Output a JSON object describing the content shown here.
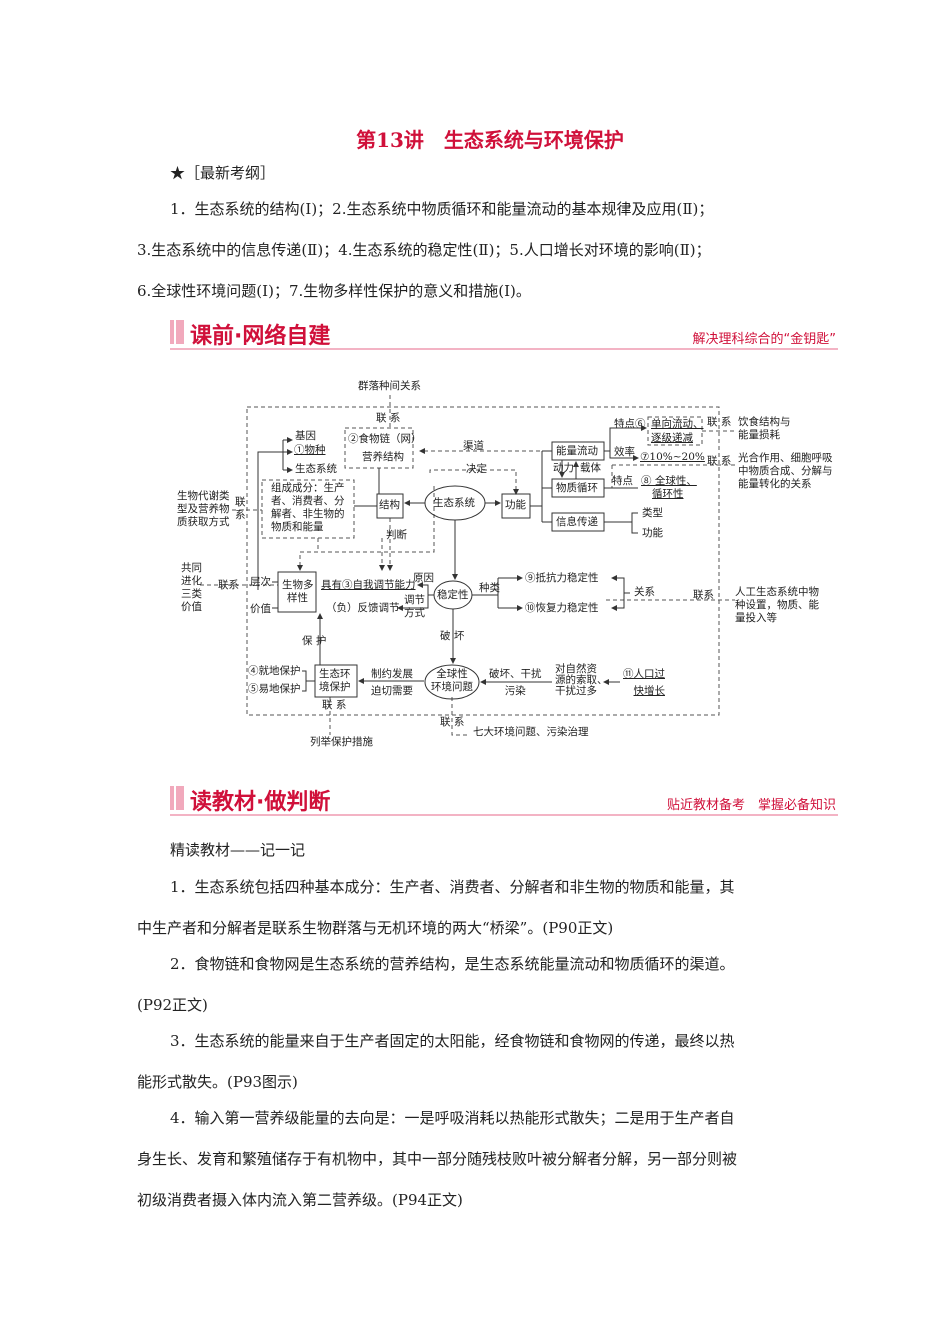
{
  "title": "第13讲　生态系统与环境保护",
  "outline": {
    "heading": "★［最新考纲］",
    "lines": [
      "1．生态系统的结构(Ⅰ)；2.生态系统中物质循环和能量流动的基本规律及应用(Ⅱ)；",
      "3.生态系统中的信息传递(Ⅱ)；4.生态系统的稳定性(Ⅱ)；5.人口增长对环境的影响(Ⅱ)；",
      "6.全球性环境问题(Ⅰ)；7.生物多样性保护的意义和措施(Ⅰ)。"
    ]
  },
  "section1": {
    "title": "课前·网络自建",
    "subtitle": "解决理科综合的“金钥匙”"
  },
  "diagram": {
    "community_relation": "群落种间关系",
    "link1": "联 系",
    "food_chain": "②食物链（网）",
    "trophic_structure": "营养结构",
    "gene": "基因",
    "species": "①物种",
    "ecosystem_level": "生态系统",
    "components": [
      "组成成分：生产",
      "者、消费者、分",
      "解者、非生物的",
      "物质和能量"
    ],
    "metabolism": [
      "生物代谢类",
      "型及营养物",
      "质获取方式"
    ],
    "link_vertical": "联系",
    "structure": "结构",
    "ecosystem": "生态系统",
    "function": "功能",
    "channel": "渠道",
    "decide": "决定",
    "energy_flow": "能量流动",
    "matter_cycle": "物质循环",
    "info_transfer": "信息传递",
    "power": "动力",
    "carrier": "载体",
    "feature6": "特点⑥",
    "one_way": "单向流动、",
    "decrease": "逐级递减",
    "efficiency": "效率",
    "eff_value": "⑦10%~20%",
    "feature": "特点",
    "global_cycle": "⑧ 全球性、",
    "cyclic": "循环性",
    "type": "类型",
    "func2": "功能",
    "link_diet": "联 系",
    "diet": [
      "饮食结构与",
      "能量损耗"
    ],
    "link_photo": "联 系",
    "photo": [
      "光合作用、细胞呼吸",
      "中物质合成、分解与",
      "能量转化的关系"
    ],
    "judge": "判断",
    "coevolution": [
      "共同",
      "进化",
      "三类",
      "价值"
    ],
    "link_co": "联系",
    "level": "层次",
    "value": "价值",
    "biodiversity": [
      "生物多",
      "样性"
    ],
    "self_regulation": "具有③自我调节能力",
    "reason": "原因",
    "regulate": [
      "调节",
      "方式"
    ],
    "feedback": "（负）反馈调节",
    "stability": "稳定性",
    "kinds": "种类",
    "resistance": "⑨抵抗力稳定性",
    "resilience": "⑩恢复力稳定性",
    "relation": "关系",
    "link_art": "联系",
    "artificial": [
      "人工生态系统中物",
      "种设置，物质、能",
      "量投入等"
    ],
    "destroy": "破 坏",
    "protect": "保 护",
    "in_situ": "④就地保护",
    "ex_situ": "⑤易地保护",
    "env_protection": [
      "生态环",
      "境保护"
    ],
    "restrict": [
      "制约发展",
      "迫切需要"
    ],
    "global_issue": [
      "全球性",
      "环境问题"
    ],
    "disturb": [
      "破坏、干扰",
      "污染"
    ],
    "overuse": [
      "对自然资",
      "源的索取、",
      "干扰过多"
    ],
    "population": [
      "⑪人口过",
      "快增长"
    ],
    "link_protect": "联 系",
    "list_measures": "列举保护措施",
    "link_issue": "联 系",
    "seven_issues": "七大环境问题、污染治理"
  },
  "section2": {
    "title": "读教材·做判断",
    "subtitle": "贴近教材备考　掌握必备知识"
  },
  "reading": {
    "heading": "精读教材——记一记",
    "lines": [
      "1．生态系统包括四种基本成分：生产者、消费者、分解者和非生物的物质和能量，其",
      "中生产者和分解者是联系生物群落与无机环境的两大“桥梁”。(P90正文)",
      "2．食物链和食物网是生态系统的营养结构，是生态系统能量流动和物质循环的渠道。",
      "(P92正文)",
      "3．生态系统的能量来自于生产者固定的太阳能，经食物链和食物网的传递，最终以热",
      "能形式散失。(P93图示)",
      "4．输入第一营养级能量的去向是：一是呼吸消耗以热能形式散失；二是用于生产者自",
      "身生长、发育和繁殖储存于有机物中，其中一部分随残枝败叶被分解者分解，另一部分则被",
      "初级消费者摄入体内流入第二营养级。(P94正文)"
    ]
  },
  "colors": {
    "accent": "#d0103a",
    "rule": "#f3b3c4"
  }
}
